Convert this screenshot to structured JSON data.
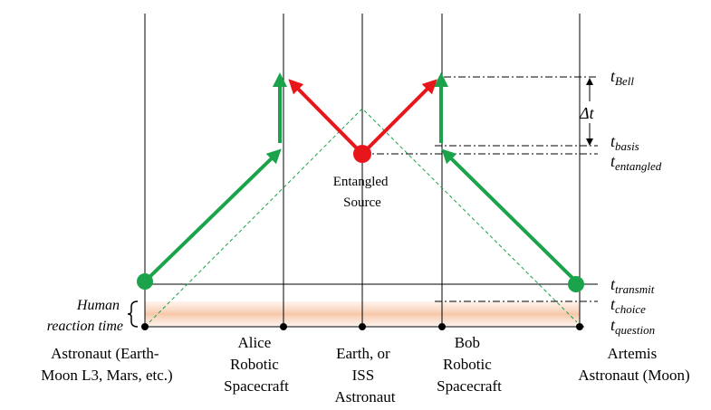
{
  "colors": {
    "green": "#1aa34a",
    "red": "#e8161b",
    "band": "#f6c7aa",
    "line": "#000000"
  },
  "parties": [
    {
      "id": "astronaut-earth-moon",
      "lines": [
        "Astronaut (Earth-",
        "Moon L3, Mars, etc.)"
      ]
    },
    {
      "id": "alice",
      "lines": [
        "Alice",
        "Robotic",
        "Spacecraft"
      ]
    },
    {
      "id": "earth-iss",
      "lines": [
        "Earth, or",
        "ISS",
        "Astronaut"
      ]
    },
    {
      "id": "bob",
      "lines": [
        "Bob",
        "Robotic",
        "Spacecraft"
      ]
    },
    {
      "id": "artemis",
      "lines": [
        "Artemis",
        "Astronaut (Moon)"
      ]
    }
  ],
  "source": {
    "lines": [
      "Entangled",
      "Source"
    ]
  },
  "reaction": {
    "lines": [
      "Human",
      "reaction time"
    ]
  },
  "times": {
    "bell": {
      "main": "t",
      "sub": "Bell"
    },
    "delta": "Δt",
    "basis": {
      "main": "t",
      "sub": "basis"
    },
    "entangled": {
      "main": "t",
      "sub": "entangled"
    },
    "transmit": {
      "main": "t",
      "sub": "transmit"
    },
    "choice": {
      "main": "t",
      "sub": "choice"
    },
    "question": {
      "main": "t",
      "sub": "question"
    }
  }
}
